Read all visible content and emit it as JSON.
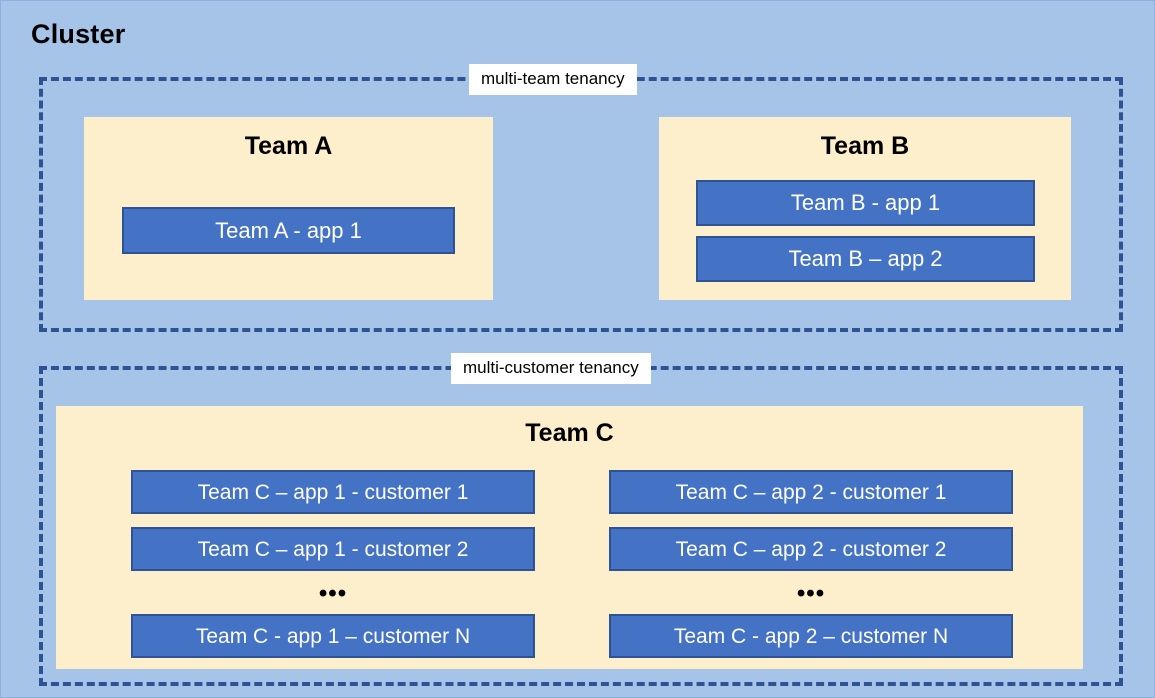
{
  "diagram": {
    "title": "Cluster",
    "background_color": "#A6C4E8",
    "accent_blue": "#4472C4",
    "border_blue": "#2E5395",
    "team_fill": "#FDEFCB"
  },
  "regions": [
    {
      "id": "multi-team",
      "label": "multi-team tenancy"
    },
    {
      "id": "multi-customer",
      "label": "multi-customer tenancy"
    }
  ],
  "teams": {
    "team_a": {
      "title": "Team A",
      "apps": [
        {
          "label": "Team A - app 1"
        }
      ]
    },
    "team_b": {
      "title": "Team B",
      "apps": [
        {
          "label": "Team B - app 1"
        },
        {
          "label": "Team B – app 2"
        }
      ]
    },
    "team_c": {
      "title": "Team C",
      "ellipsis": "•••",
      "app1_column": [
        {
          "label": "Team C – app 1 - customer 1"
        },
        {
          "label": "Team C – app 1 - customer 2"
        },
        {
          "label": "Team C - app 1 – customer N"
        }
      ],
      "app2_column": [
        {
          "label": "Team C – app 2 - customer 1"
        },
        {
          "label": "Team C – app 2 - customer 2"
        },
        {
          "label": "Team C - app 2 – customer N"
        }
      ]
    }
  }
}
